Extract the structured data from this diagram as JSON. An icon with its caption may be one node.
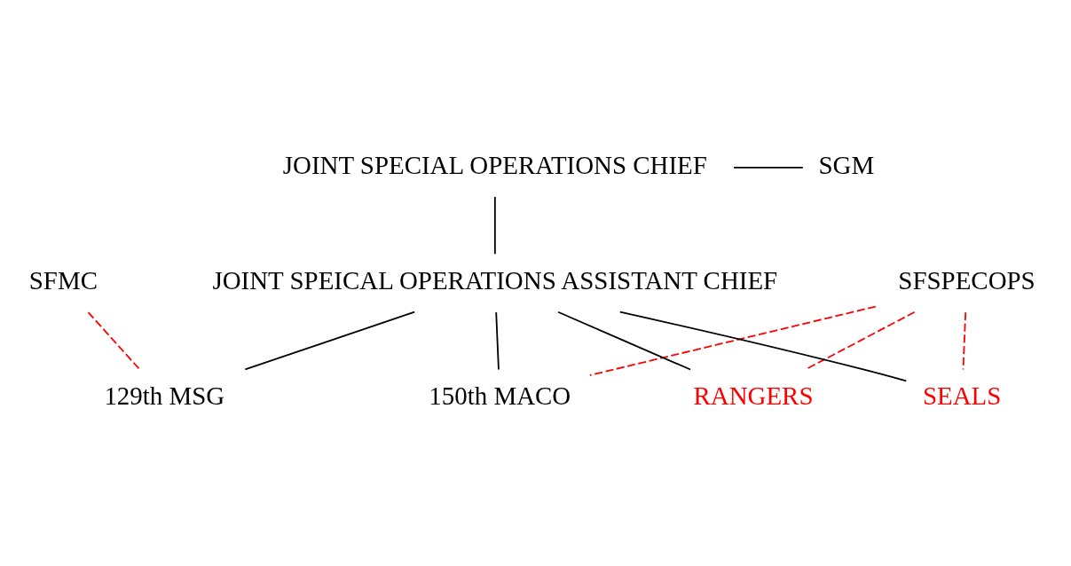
{
  "diagram": {
    "nodes": [
      {
        "text": [
          "SFSPECOPS"
        ]
      },
      {
        "text": [
          "JOINT SPECIAL OPERATIONS CHIEF"
        ]
      },
      {
        "text": [
          "SGM"
        ]
      },
      {
        "text": [
          "SFMC"
        ]
      },
      {
        "text": [
          "JOINT SPEICAL OPERATIONS ASSISTANT CHIEF"
        ]
      },
      {
        "text": [
          "129th MSG"
        ]
      },
      {
        "text": [
          "150th MACO"
        ]
      },
      {
        "text": [
          "RANGERS"
        ]
      },
      {
        "text": [
          "SEALS"
        ]
      }
    ],
    "edges": [
      {
        "from": 1,
        "to": 4,
        "arrow": "none"
      },
      {
        "from": 1,
        "to": 2,
        "arrow": "none"
      },
      {
        "from": 4,
        "to": 5,
        "arrow": "none"
      },
      {
        "from": 4,
        "to": 6,
        "arrow": "none"
      },
      {
        "from": 4,
        "to": 8,
        "arrow": "none"
      },
      {
        "from": 4,
        "to": 7,
        "arrow": "none"
      },
      {
        "from": 3,
        "to": 5,
        "arrow": "none",
        "style": "dashed",
        "color": "#ff0000"
      },
      {
        "from": 0,
        "to": 6,
        "arrow": "none",
        "style": "dashed",
        "color": "#ff0000"
      },
      {
        "from": 0,
        "to": 8,
        "arrow": "none",
        "style": "dashed",
        "color": "#ff0000"
      },
      {
        "from": 0,
        "to": 7,
        "arrow": "none",
        "style": "dashed",
        "color": "#ff0000"
      }
    ]
  }
}
